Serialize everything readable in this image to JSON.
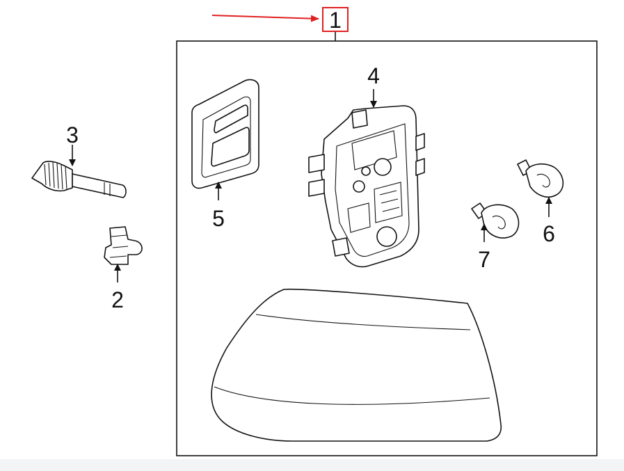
{
  "diagram": {
    "callouts": [
      {
        "id": "1",
        "label": "1"
      },
      {
        "id": "2",
        "label": "2"
      },
      {
        "id": "3",
        "label": "3"
      },
      {
        "id": "4",
        "label": "4"
      },
      {
        "id": "5",
        "label": "5"
      },
      {
        "id": "6",
        "label": "6"
      },
      {
        "id": "7",
        "label": "7"
      }
    ],
    "colors": {
      "highlight": "#e02020",
      "line": "#111111",
      "background": "#ffffff",
      "footer": "#f2f4f5"
    },
    "highlighted_callout": "1"
  }
}
